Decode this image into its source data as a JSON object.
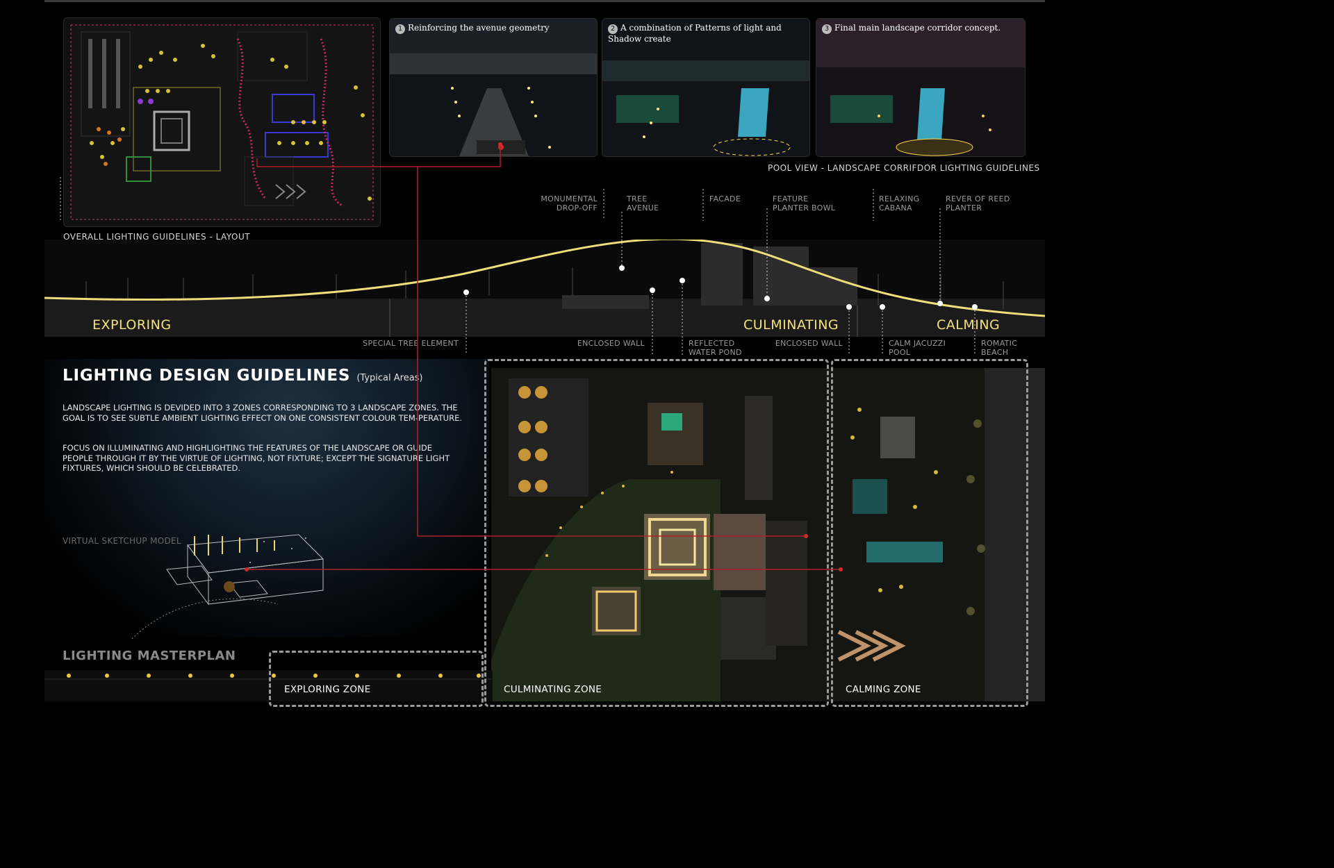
{
  "layout_panel": {
    "caption": "OVERALL LIGHTING GUIDELINES - LAYOUT"
  },
  "pool_views": {
    "caption": "POOL VIEW - LANDSCAPE CORRIFDOR LIGHTING GUIDELINES",
    "shots": [
      {
        "number": "1",
        "label": "Reinforcing the avenue geometry"
      },
      {
        "number": "2",
        "label": "A combination of Patterns of light and Shadow create"
      },
      {
        "number": "3",
        "label": "Final main landscape corridor concept."
      }
    ]
  },
  "section": {
    "zones": {
      "exploring": "EXPLORING",
      "culminating": "CULMINATING",
      "calming": "CALMING"
    },
    "top_labels": [
      {
        "l1": "MONUMENTAL",
        "l2": "DROP-OFF"
      },
      {
        "l1": "TREE",
        "l2": "AVENUE"
      },
      {
        "l1": "FACADE",
        "l2": ""
      },
      {
        "l1": "FEATURE",
        "l2": "PLANTER BOWL"
      },
      {
        "l1": "RELAXING",
        "l2": "CABANA"
      },
      {
        "l1": "REVER OF REED",
        "l2": "PLANTER"
      }
    ],
    "bottom_labels": [
      {
        "l1": "SPECIAL TREE ELEMENT",
        "l2": ""
      },
      {
        "l1": "ENCLOSED WALL",
        "l2": ""
      },
      {
        "l1": "REFLECTED",
        "l2": "WATER POND"
      },
      {
        "l1": "ENCLOSED WALL",
        "l2": ""
      },
      {
        "l1": "CALM JACUZZI",
        "l2": "POOL"
      },
      {
        "l1": "ROMATIC",
        "l2": "BEACH"
      }
    ]
  },
  "guidelines": {
    "title": "LIGHTING DESIGN GUIDELINES",
    "subtitle": "(Typical Areas)",
    "paragraph1": "LANDSCAPE LIGHTING IS DEVIDED INTO 3 ZONES CORRESPONDING TO 3 LANDSCAPE ZONES. THE GOAL IS TO SEE SUBTLE AMBIENT LIGHTING EFFECT ON ONE CONSISTENT COLOUR TEM-PERATURE.",
    "paragraph2": "FOCUS ON ILLUMINATING AND HIGHLIGHTING THE FEATURES OF THE LANDSCAPE OR GUIDE PEOPLE THROUGH IT BY THE VIRTUE OF LIGHTING, NOT FIXTURE; EXCEPT THE SIGNATURE LIGHT FIXTURES, WHICH SHOULD BE CELEBRATED.",
    "model_caption": "VIRTUAL SKETCHUP MODEL"
  },
  "masterplan": {
    "title": "LIGHTING MASTERPLAN",
    "zones": [
      "EXPLORING ZONE",
      "CULMINATING ZONE",
      "CALMING ZONE"
    ]
  },
  "colors": {
    "accent_yellow": "#f5e27a",
    "guide_red": "#b0202a",
    "background": "#000000"
  }
}
